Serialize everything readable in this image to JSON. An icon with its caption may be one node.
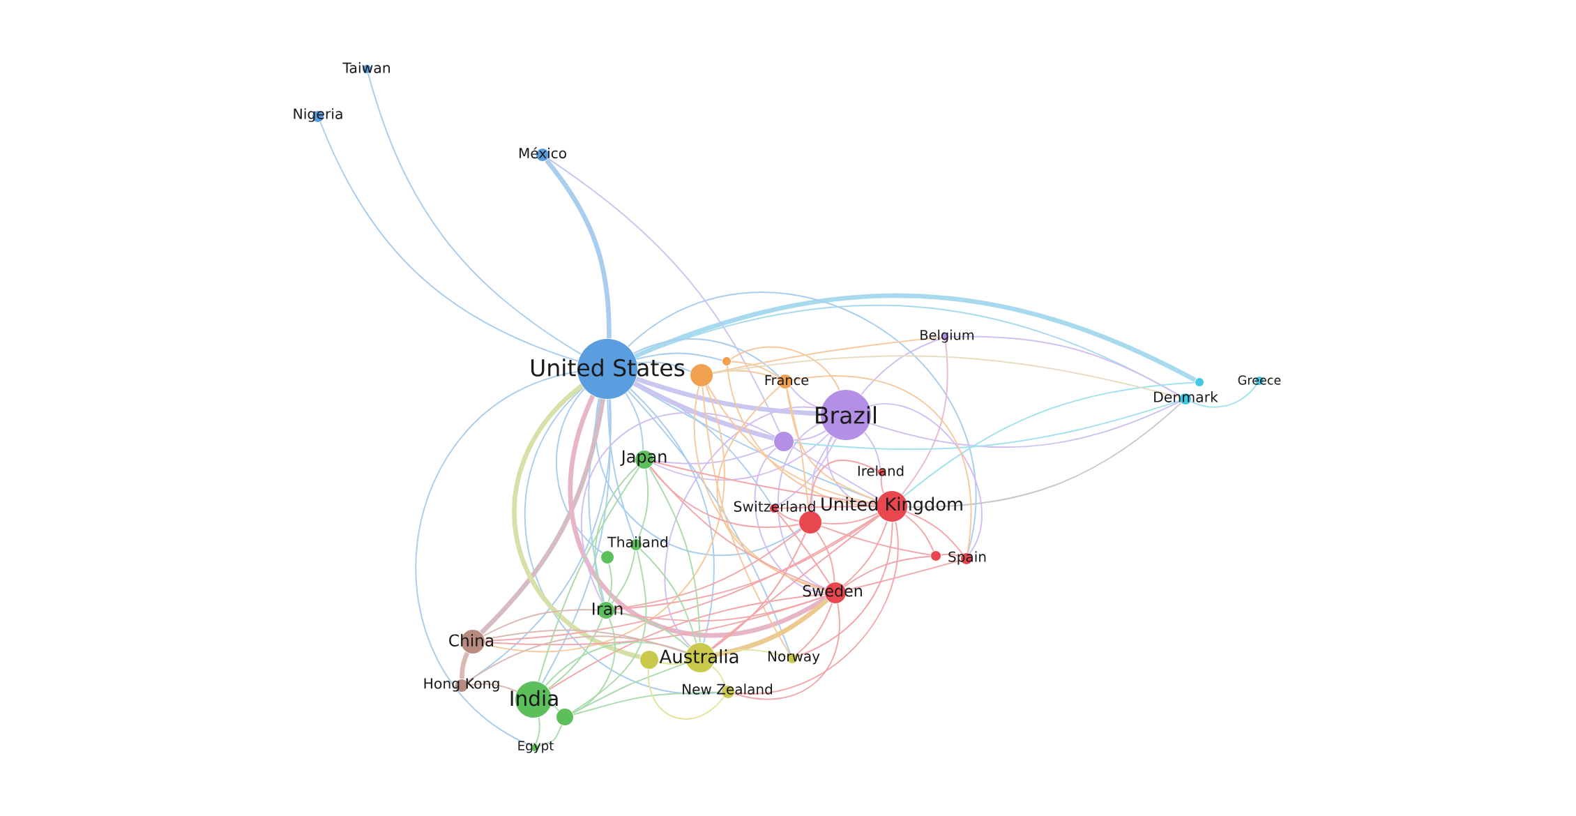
{
  "diagram": {
    "nodes": [
      {
        "text": [
          "Taiwan"
        ]
      },
      {
        "text": [
          "Nigeria"
        ]
      },
      {
        "text": [
          "México"
        ]
      },
      {
        "text": [
          "Belgium"
        ]
      },
      {
        "text": [
          "United States"
        ]
      },
      {
        "text": [],
        "shape": "circle"
      },
      {
        "text": [],
        "shape": "circle"
      },
      {
        "text": [
          "France"
        ]
      },
      {
        "text": [
          "Greece"
        ]
      },
      {
        "text": [],
        "shape": "circle"
      },
      {
        "text": [
          "Denmark"
        ]
      },
      {
        "text": [
          "Brazil"
        ]
      },
      {
        "text": [],
        "shape": "circle"
      },
      {
        "text": [
          "Japan"
        ]
      },
      {
        "text": [
          "Ireland"
        ]
      },
      {
        "text": [
          "United Kingdom"
        ]
      },
      {
        "text": [
          "Switzerland"
        ]
      },
      {
        "text": [],
        "shape": "circle"
      },
      {
        "text": [
          "Thailand"
        ]
      },
      {
        "text": [],
        "shape": "circle"
      },
      {
        "text": [
          "Spain"
        ]
      },
      {
        "text": [],
        "shape": "circle"
      },
      {
        "text": [
          "Sweden"
        ]
      },
      {
        "text": [
          "Iran"
        ]
      },
      {
        "text": [
          "China"
        ]
      },
      {
        "text": [],
        "shape": "circle"
      },
      {
        "text": [
          "Australia"
        ]
      },
      {
        "text": [
          "Norway"
        ]
      },
      {
        "text": [
          "Hong Kong"
        ]
      },
      {
        "text": [
          "New Zealand"
        ]
      },
      {
        "text": [
          "India"
        ]
      },
      {
        "text": [],
        "shape": "circle"
      },
      {
        "text": [
          "Egypt"
        ]
      }
    ],
    "edges": [
      {
        "from": 4,
        "to": 0,
        "arrow": "none",
        "color": "#a8cdef"
      },
      {
        "from": 4,
        "to": 1,
        "arrow": "none",
        "color": "#a8cdef"
      },
      {
        "from": 4,
        "to": 2,
        "arrow": "none",
        "color": "#a8cdef",
        "style": "thick"
      },
      {
        "from": 4,
        "to": 9,
        "arrow": "none",
        "color": "#a8daef",
        "style": "thick"
      },
      {
        "from": 4,
        "to": 10,
        "arrow": "none",
        "color": "#a8daef"
      },
      {
        "from": 4,
        "to": 6,
        "arrow": "none",
        "color": "#a8cdef"
      },
      {
        "from": 4,
        "to": 5,
        "arrow": "none",
        "color": "#a8cdef"
      },
      {
        "from": 4,
        "to": 7,
        "arrow": "none",
        "color": "#a8cdef"
      },
      {
        "from": 4,
        "to": 13,
        "arrow": "none",
        "color": "#a8cdef"
      },
      {
        "from": 4,
        "to": 18,
        "arrow": "none",
        "color": "#a8cdef"
      },
      {
        "from": 4,
        "to": 21,
        "arrow": "none",
        "color": "#a8cdef"
      },
      {
        "from": 4,
        "to": 23,
        "arrow": "none",
        "color": "#a8cdef"
      },
      {
        "from": 4,
        "to": 28,
        "arrow": "none",
        "color": "#a8cdef"
      },
      {
        "from": 4,
        "to": 30,
        "arrow": "none",
        "color": "#a8cdef"
      },
      {
        "from": 4,
        "to": 32,
        "arrow": "none",
        "color": "#a8cdef"
      },
      {
        "from": 4,
        "to": 26,
        "arrow": "none",
        "color": "#a8cdef"
      },
      {
        "from": 4,
        "to": 15,
        "arrow": "none",
        "color": "#a8cdef"
      },
      {
        "from": 4,
        "to": 16,
        "arrow": "none",
        "color": "#a8cdef"
      },
      {
        "from": 4,
        "to": 17,
        "arrow": "none",
        "color": "#a8cdef"
      },
      {
        "from": 4,
        "to": 20,
        "arrow": "none",
        "color": "#a8cdef"
      },
      {
        "from": 4,
        "to": 29,
        "arrow": "none",
        "color": "#a8cdef"
      },
      {
        "from": 4,
        "to": 27,
        "arrow": "none",
        "color": "#a8cdef"
      },
      {
        "from": 2,
        "to": 12,
        "arrow": "none",
        "color": "#c4c8f0"
      },
      {
        "from": 4,
        "to": 11,
        "arrow": "none",
        "color": "#c9c6f0",
        "style": "thick"
      },
      {
        "from": 4,
        "to": 12,
        "arrow": "none",
        "color": "#c9c6f0",
        "style": "thick"
      },
      {
        "from": 4,
        "to": 24,
        "arrow": "none",
        "color": "#d5bcc4",
        "style": "thick"
      },
      {
        "from": 4,
        "to": 25,
        "arrow": "none",
        "color": "#d6e0a8",
        "style": "thick"
      },
      {
        "from": 4,
        "to": 22,
        "arrow": "none",
        "color": "#e6b6c6",
        "style": "thick"
      },
      {
        "from": 11,
        "to": 3,
        "arrow": "none",
        "color": "#d2bff2"
      },
      {
        "from": 11,
        "to": 7,
        "arrow": "none",
        "color": "#d2bff2"
      },
      {
        "from": 11,
        "to": 15,
        "arrow": "none",
        "color": "#d2bff2"
      },
      {
        "from": 11,
        "to": 14,
        "arrow": "none",
        "color": "#d2bff2"
      },
      {
        "from": 11,
        "to": 16,
        "arrow": "none",
        "color": "#d2bff2"
      },
      {
        "from": 11,
        "to": 17,
        "arrow": "none",
        "color": "#d2bff2"
      },
      {
        "from": 11,
        "to": 22,
        "arrow": "none",
        "color": "#d2bff2"
      },
      {
        "from": 11,
        "to": 20,
        "arrow": "none",
        "color": "#d2bff2"
      },
      {
        "from": 11,
        "to": 13,
        "arrow": "none",
        "color": "#d2bff2"
      },
      {
        "from": 11,
        "to": 10,
        "arrow": "none",
        "color": "#d2bff2"
      },
      {
        "from": 11,
        "to": 12,
        "arrow": "none",
        "color": "#d2bff2"
      },
      {
        "from": 12,
        "to": 23,
        "arrow": "none",
        "color": "#d2bff2"
      },
      {
        "from": 11,
        "to": 26,
        "arrow": "none",
        "color": "#d2bff2"
      },
      {
        "from": 3,
        "to": 15,
        "arrow": "none",
        "color": "#eab8d0"
      },
      {
        "from": 3,
        "to": 10,
        "arrow": "none",
        "color": "#d2bff2"
      },
      {
        "from": 12,
        "to": 15,
        "arrow": "none",
        "color": "#d2bff2"
      },
      {
        "from": 12,
        "to": 22,
        "arrow": "none",
        "color": "#d2bff2"
      },
      {
        "from": 12,
        "to": 13,
        "arrow": "none",
        "color": "#d2bff2"
      },
      {
        "from": 10,
        "to": 8,
        "arrow": "none",
        "color": "#a0e2ee"
      },
      {
        "from": 12,
        "to": 10,
        "arrow": "none",
        "color": "#a0e2ee"
      },
      {
        "from": 15,
        "to": 10,
        "arrow": "none",
        "color": "#c3c9cc"
      },
      {
        "from": 15,
        "to": 9,
        "arrow": "none",
        "color": "#a0e2ee"
      },
      {
        "from": 6,
        "to": 7,
        "arrow": "none",
        "color": "#f6c89c"
      },
      {
        "from": 6,
        "to": 3,
        "arrow": "none",
        "color": "#f6c89c"
      },
      {
        "from": 6,
        "to": 10,
        "arrow": "none",
        "color": "#e8dcc0"
      },
      {
        "from": 6,
        "to": 22,
        "arrow": "none",
        "color": "#f6c89c"
      },
      {
        "from": 6,
        "to": 24,
        "arrow": "none",
        "color": "#f6c89c"
      },
      {
        "from": 6,
        "to": 27,
        "arrow": "none",
        "color": "#f6c89c"
      },
      {
        "from": 6,
        "to": 15,
        "arrow": "none",
        "color": "#f6c89c"
      },
      {
        "from": 5,
        "to": 7,
        "arrow": "none",
        "color": "#f6c89c"
      },
      {
        "from": 5,
        "to": 11,
        "arrow": "none",
        "color": "#f6c89c"
      },
      {
        "from": 5,
        "to": 15,
        "arrow": "none",
        "color": "#f6c89c"
      },
      {
        "from": 7,
        "to": 15,
        "arrow": "none",
        "color": "#f6c89c"
      },
      {
        "from": 7,
        "to": 22,
        "arrow": "none",
        "color": "#f6c89c"
      },
      {
        "from": 7,
        "to": 17,
        "arrow": "none",
        "color": "#f6c89c"
      },
      {
        "from": 7,
        "to": 20,
        "arrow": "none",
        "color": "#f6c89c"
      },
      {
        "from": 15,
        "to": 14,
        "arrow": "none"
      },
      {
        "from": 15,
        "to": 16,
        "arrow": "none"
      },
      {
        "from": 15,
        "to": 17,
        "arrow": "none"
      },
      {
        "from": 15,
        "to": 22,
        "arrow": "none"
      },
      {
        "from": 15,
        "to": 20,
        "arrow": "none"
      },
      {
        "from": 15,
        "to": 19,
        "arrow": "none"
      },
      {
        "from": 15,
        "to": 26,
        "arrow": "none"
      },
      {
        "from": 15,
        "to": 27,
        "arrow": "none"
      },
      {
        "from": 15,
        "to": 29,
        "arrow": "none"
      },
      {
        "from": 15,
        "to": 24,
        "arrow": "none"
      },
      {
        "from": 15,
        "to": 13,
        "arrow": "none"
      },
      {
        "from": 15,
        "to": 23,
        "arrow": "none"
      },
      {
        "from": 17,
        "to": 22,
        "arrow": "none"
      },
      {
        "from": 17,
        "to": 16,
        "arrow": "none"
      },
      {
        "from": 17,
        "to": 19,
        "arrow": "none"
      },
      {
        "from": 17,
        "to": 26,
        "arrow": "none"
      },
      {
        "from": 17,
        "to": 23,
        "arrow": "none"
      },
      {
        "from": 17,
        "to": 13,
        "arrow": "none"
      },
      {
        "from": 14,
        "to": 17,
        "arrow": "none"
      },
      {
        "from": 22,
        "to": 19,
        "arrow": "none"
      },
      {
        "from": 22,
        "to": 20,
        "arrow": "none"
      },
      {
        "from": 22,
        "to": 27,
        "arrow": "none"
      },
      {
        "from": 22,
        "to": 29,
        "arrow": "none"
      },
      {
        "from": 22,
        "to": 23,
        "arrow": "none"
      },
      {
        "from": 22,
        "to": 24,
        "arrow": "none"
      },
      {
        "from": 22,
        "to": 13,
        "arrow": "none"
      },
      {
        "from": 22,
        "to": 30,
        "arrow": "none"
      },
      {
        "from": 16,
        "to": 22,
        "arrow": "none"
      },
      {
        "from": 19,
        "to": 20,
        "arrow": "none"
      },
      {
        "from": 22,
        "to": 26,
        "arrow": "none",
        "color": "#ecc98e",
        "style": "thick"
      },
      {
        "from": 13,
        "to": 18,
        "arrow": "none",
        "color": "#a9dcaa"
      },
      {
        "from": 13,
        "to": 23,
        "arrow": "none",
        "color": "#a9dcaa"
      },
      {
        "from": 13,
        "to": 30,
        "arrow": "none",
        "color": "#a9dcaa"
      },
      {
        "from": 13,
        "to": 26,
        "arrow": "none",
        "color": "#a9dcaa"
      },
      {
        "from": 18,
        "to": 23,
        "arrow": "none",
        "color": "#a9dcaa"
      },
      {
        "from": 18,
        "to": 26,
        "arrow": "none",
        "color": "#a9dcaa"
      },
      {
        "from": 18,
        "to": 31,
        "arrow": "none",
        "color": "#a9dcaa"
      },
      {
        "from": 21,
        "to": 23,
        "arrow": "none",
        "color": "#a9dcaa"
      },
      {
        "from": 23,
        "to": 30,
        "arrow": "none",
        "color": "#a9dcaa"
      },
      {
        "from": 23,
        "to": 31,
        "arrow": "none",
        "color": "#a9dcaa"
      },
      {
        "from": 23,
        "to": 26,
        "arrow": "none",
        "color": "#a9dcaa"
      },
      {
        "from": 30,
        "to": 31,
        "arrow": "none",
        "color": "#a9dcaa"
      },
      {
        "from": 30,
        "to": 32,
        "arrow": "none",
        "color": "#a9dcaa"
      },
      {
        "from": 31,
        "to": 32,
        "arrow": "none",
        "color": "#a9dcaa"
      },
      {
        "from": 31,
        "to": 26,
        "arrow": "none",
        "color": "#a9dcaa"
      },
      {
        "from": 31,
        "to": 29,
        "arrow": "none",
        "color": "#a9dcaa"
      },
      {
        "from": 30,
        "to": 26,
        "arrow": "none",
        "color": "#a9dcaa"
      },
      {
        "from": 24,
        "to": 28,
        "arrow": "none",
        "color": "#d9bab3",
        "style": "thick"
      },
      {
        "from": 24,
        "to": 23,
        "arrow": "none",
        "color": "#d9bab3"
      },
      {
        "from": 24,
        "to": 26,
        "arrow": "none",
        "color": "#d9bab3"
      },
      {
        "from": 28,
        "to": 30,
        "arrow": "none",
        "color": "#d9bab3"
      },
      {
        "from": 28,
        "to": 26,
        "arrow": "none",
        "color": "#d9bab3"
      },
      {
        "from": 26,
        "to": 25,
        "arrow": "none",
        "color": "#e3e39d"
      },
      {
        "from": 26,
        "to": 29,
        "arrow": "none",
        "color": "#e3e39d"
      },
      {
        "from": 26,
        "to": 27,
        "arrow": "none",
        "color": "#e3e39d"
      },
      {
        "from": 25,
        "to": 29,
        "arrow": "none",
        "color": "#e3e39d"
      }
    ]
  }
}
